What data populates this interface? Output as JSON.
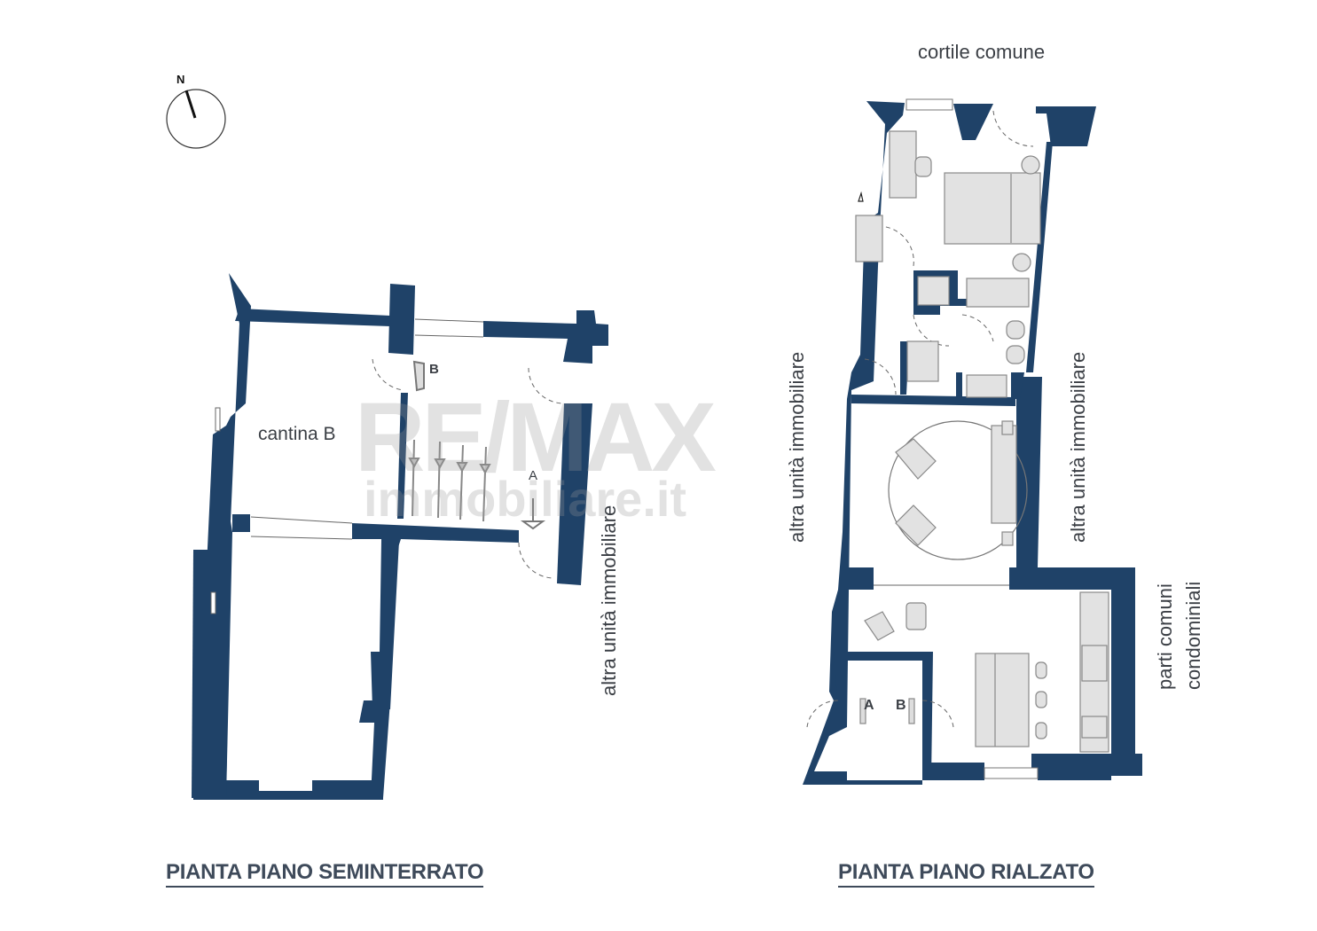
{
  "colors": {
    "wall": "#1f4268",
    "furniture": "#e2e2e2",
    "text": "#3b3f45",
    "title": "#3e4a5a"
  },
  "compass": {
    "label": "N",
    "icon": "north-arrow-icon"
  },
  "labels": {
    "cantina": "cantina B",
    "cortile": "cortile comune",
    "altra_left": "altra unità immobiliare",
    "altra_mid": "altra unità immobiliare",
    "altra_right": "altra unità immobiliare",
    "parti_line1": "parti comuni",
    "parti_line2": "condominiali",
    "door_b_semi": "B",
    "door_a_semi": "A",
    "door_a_rial": "A",
    "door_b_rial": "B"
  },
  "titles": {
    "left": "PIANTA PIANO SEMINTERRATO",
    "right": "PIANTA PIANO RIALZATO"
  },
  "watermark": {
    "brand": "RE/MAX",
    "site": "immobiliare.it"
  }
}
